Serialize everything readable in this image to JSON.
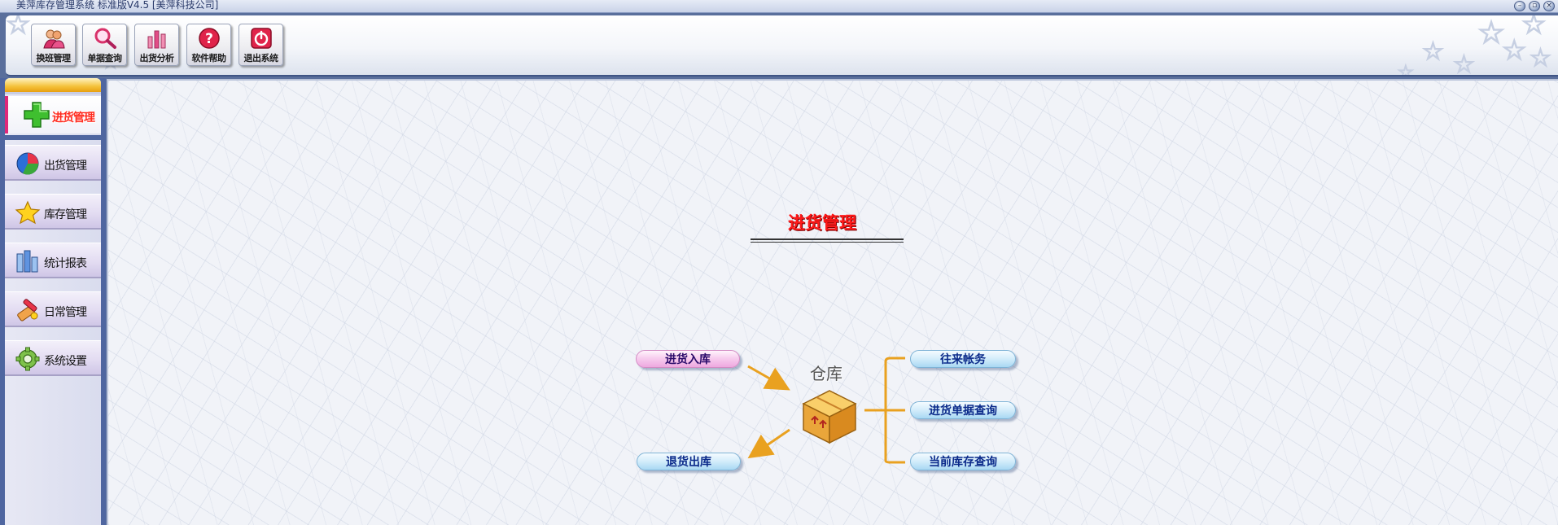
{
  "window": {
    "title": "美萍库存管理系统 标准版V4.5 [美萍科技公司]",
    "controls": [
      "minimize",
      "restore",
      "close"
    ]
  },
  "toolbar": {
    "buttons": [
      {
        "label": "换班管理",
        "icon": "user-group-icon"
      },
      {
        "label": "单据查询",
        "icon": "magnifier-icon"
      },
      {
        "label": "出货分析",
        "icon": "bar-chart-icon"
      },
      {
        "label": "软件帮助",
        "icon": "help-icon"
      },
      {
        "label": "退出系统",
        "icon": "power-icon"
      }
    ]
  },
  "sidebar": {
    "active": {
      "label": "进货管理",
      "icon": "green-plus-icon"
    },
    "items": [
      {
        "label": "出货管理",
        "icon": "pie-chart-icon"
      },
      {
        "label": "库存管理",
        "icon": "star-icon"
      },
      {
        "label": "统计报表",
        "icon": "report-bars-icon"
      },
      {
        "label": "日常管理",
        "icon": "tools-icon"
      },
      {
        "label": "系统设置",
        "icon": "gear-icon"
      }
    ]
  },
  "main": {
    "title": "进货管理",
    "center_label": "仓库",
    "left_actions": [
      {
        "label": "进货入库",
        "style": "pink"
      },
      {
        "label": "退货出库",
        "style": "blue"
      }
    ],
    "right_actions": [
      {
        "label": "往来帐务",
        "style": "blue"
      },
      {
        "label": "进货单据查询",
        "style": "blue"
      },
      {
        "label": "当前库存查询",
        "style": "blue"
      }
    ]
  },
  "colors": {
    "accent_red": "#ff1a1a",
    "arrow_orange": "#e9a120",
    "sidebar_blue": "#4f66a0",
    "active_marker": "#e0287a"
  }
}
